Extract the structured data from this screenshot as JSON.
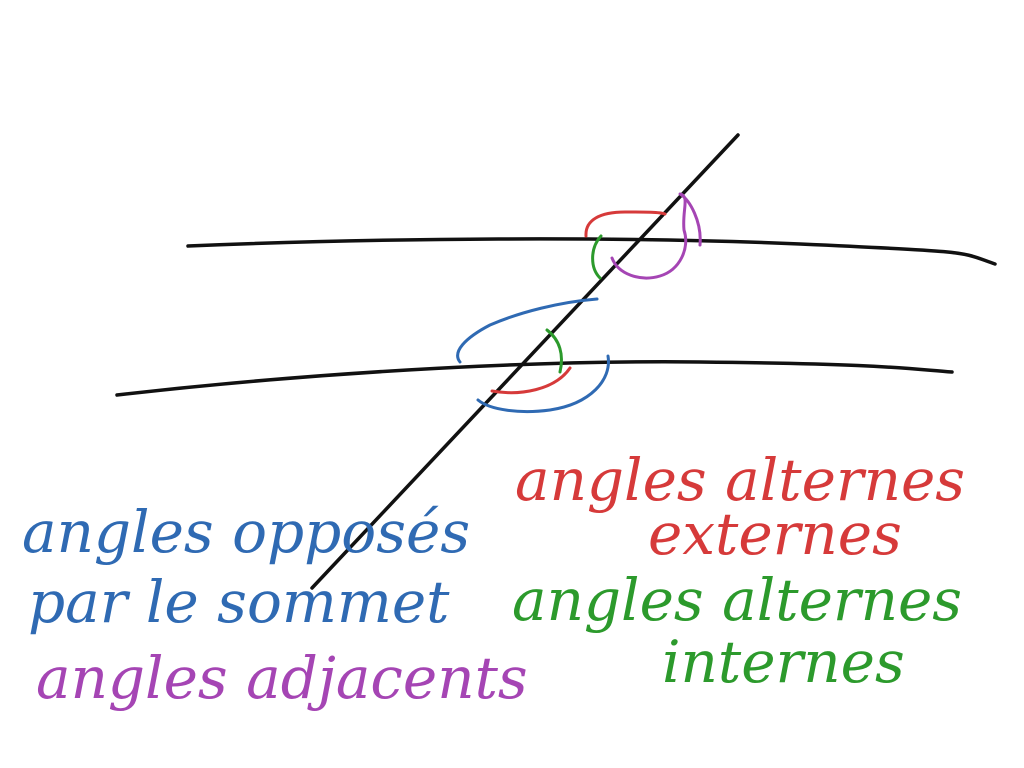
{
  "colors": {
    "line": "#111111",
    "blue": "#2f6ab3",
    "red": "#d63a3a",
    "purple": "#a545b4",
    "green": "#2c9a2c"
  },
  "labels": {
    "opposes_line1": "angles opposés",
    "opposes_line2": "par le sommet",
    "adjacents": "angles adjacents",
    "alternes_externes_line1": "angles alternes",
    "alternes_externes_line2": "externes",
    "alternes_internes_line1": "angles alternes",
    "alternes_internes_line2": "internes"
  }
}
